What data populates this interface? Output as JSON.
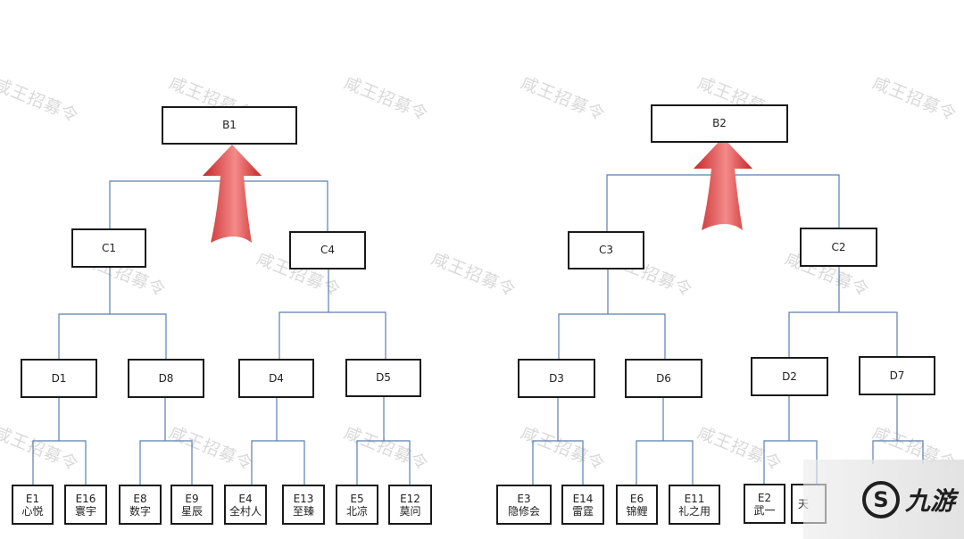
{
  "watermark_text": "咸王招募令",
  "logo": {
    "mark": "S",
    "text": "九游"
  },
  "colors": {
    "line": "#5b7fb0",
    "arrow_dark": "#c62828",
    "arrow_light": "#f48a8a",
    "border": "#1a1a1a"
  },
  "trees": [
    {
      "root": "B1",
      "c": [
        {
          "label": "C1",
          "d": [
            {
              "label": "D1",
              "e": [
                {
                  "code": "E1",
                  "name": "心悦"
                },
                {
                  "code": "E16",
                  "name": "寰宇"
                }
              ]
            },
            {
              "label": "D8",
              "e": [
                {
                  "code": "E8",
                  "name": "数字"
                },
                {
                  "code": "E9",
                  "name": "星辰"
                }
              ]
            }
          ]
        },
        {
          "label": "C4",
          "d": [
            {
              "label": "D4",
              "e": [
                {
                  "code": "E4",
                  "name": "全村人"
                },
                {
                  "code": "E13",
                  "name": "至臻"
                }
              ]
            },
            {
              "label": "D5",
              "e": [
                {
                  "code": "E5",
                  "name": "北凉"
                },
                {
                  "code": "E12",
                  "name": "莫问"
                }
              ]
            }
          ]
        }
      ]
    },
    {
      "root": "B2",
      "c": [
        {
          "label": "C3",
          "d": [
            {
              "label": "D3",
              "e": [
                {
                  "code": "E3",
                  "name": "隐修会"
                },
                {
                  "code": "E14",
                  "name": "雷霆"
                }
              ]
            },
            {
              "label": "D6",
              "e": [
                {
                  "code": "E6",
                  "name": "锦鲤"
                },
                {
                  "code": "E11",
                  "name": "礼之用"
                }
              ]
            }
          ]
        },
        {
          "label": "C2",
          "d": [
            {
              "label": "D2",
              "e": [
                {
                  "code": "E2",
                  "name": "武一"
                },
                {
                  "code": "",
                  "name": "天"
                }
              ]
            },
            {
              "label": "D7",
              "e": []
            }
          ]
        }
      ]
    }
  ]
}
